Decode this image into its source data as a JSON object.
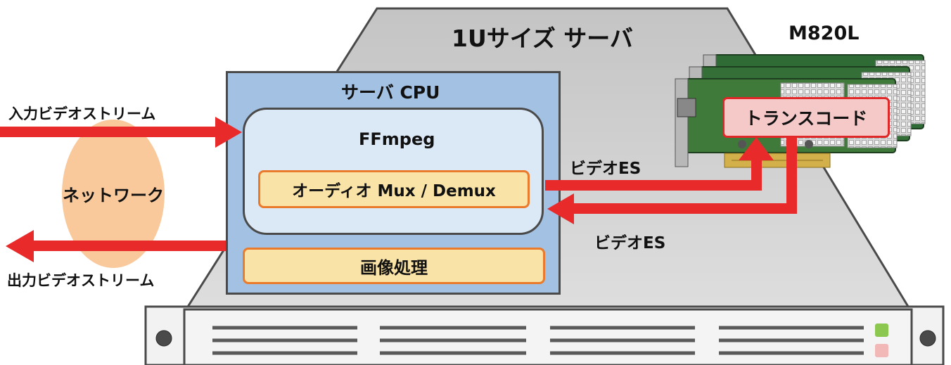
{
  "title": "1Uサイズ サーバ",
  "card_label": "M820L",
  "cpu": {
    "label": "サーバ CPU",
    "ffmpeg_label": "FFmpeg",
    "mux_label": "オーディオ Mux / Demux",
    "image_processing_label": "画像処理"
  },
  "transcode_label": "トランスコード",
  "network_label": "ネットワーク",
  "input_stream_label": "入力ビデオストリーム",
  "output_stream_label": "出力ビデオストリーム",
  "video_es_out_label": "ビデオES",
  "video_es_in_label": "ビデオES",
  "colors": {
    "arrow": "#e82a2a",
    "cpu_fill": "#a2c1e3",
    "ffmpeg_fill": "#dbe8f6",
    "module_fill": "#fae3a6",
    "module_border": "#ea7a2c",
    "transcode_fill": "#f6c9c9",
    "network_fill": "#f9c99b",
    "server_body": "#cfcfcf",
    "pcb_green": "#3f7a3a",
    "led_green": "#8cc850",
    "led_red": "#f2b8b8"
  },
  "icons": [
    "server-chassis-icon",
    "pcie-card-icon",
    "arrow-icon",
    "led-icon",
    "screw-icon"
  ]
}
